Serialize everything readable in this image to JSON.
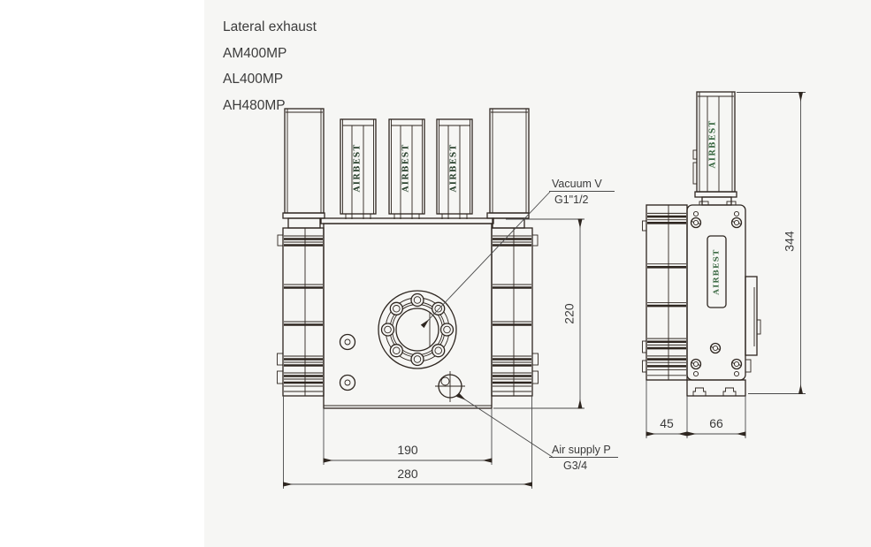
{
  "page": {
    "background": "#ffffff",
    "panel_background": "#f6f6f4"
  },
  "header": {
    "title": "Lateral exhaust",
    "models": [
      "AM400MP",
      "AL400MP",
      "AH480MP"
    ]
  },
  "brand": {
    "name": "AIRBEST",
    "front_color": "#2c4430",
    "side_color": "#3c6a44"
  },
  "ports": {
    "vacuum": {
      "name": "Vacuum V",
      "thread": "G1\"1/2"
    },
    "air_supply": {
      "name": "Air supply P",
      "thread": "G3/4"
    }
  },
  "dimensions": {
    "body_width": "190",
    "overall_width": "280",
    "body_height": "220",
    "overall_height": "344",
    "bracket_depth": "45",
    "body_depth": "66"
  },
  "drawing": {
    "line_color": "#2e2620"
  }
}
